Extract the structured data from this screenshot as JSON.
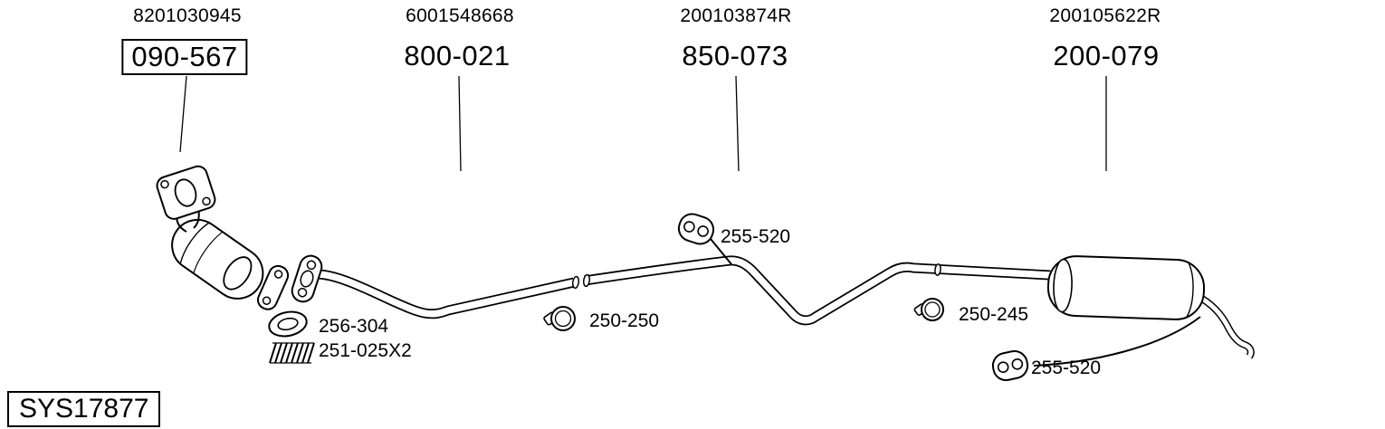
{
  "diagram": {
    "parts": [
      {
        "oem": "8201030945",
        "number": "090-567"
      },
      {
        "oem": "6001548668",
        "number": "800-021"
      },
      {
        "oem": "200103874R",
        "number": "850-073"
      },
      {
        "oem": "200105622R",
        "number": "200-079"
      }
    ],
    "labels": {
      "hanger_mid": "255-520",
      "ring": "256-304",
      "spring": "251-025X2",
      "clamp_front": "250-250",
      "clamp_rear": "250-245",
      "hanger_rear": "255-520"
    },
    "system_id": "SYS17877",
    "colors": {
      "line": "#000000",
      "background": "#ffffff"
    }
  }
}
